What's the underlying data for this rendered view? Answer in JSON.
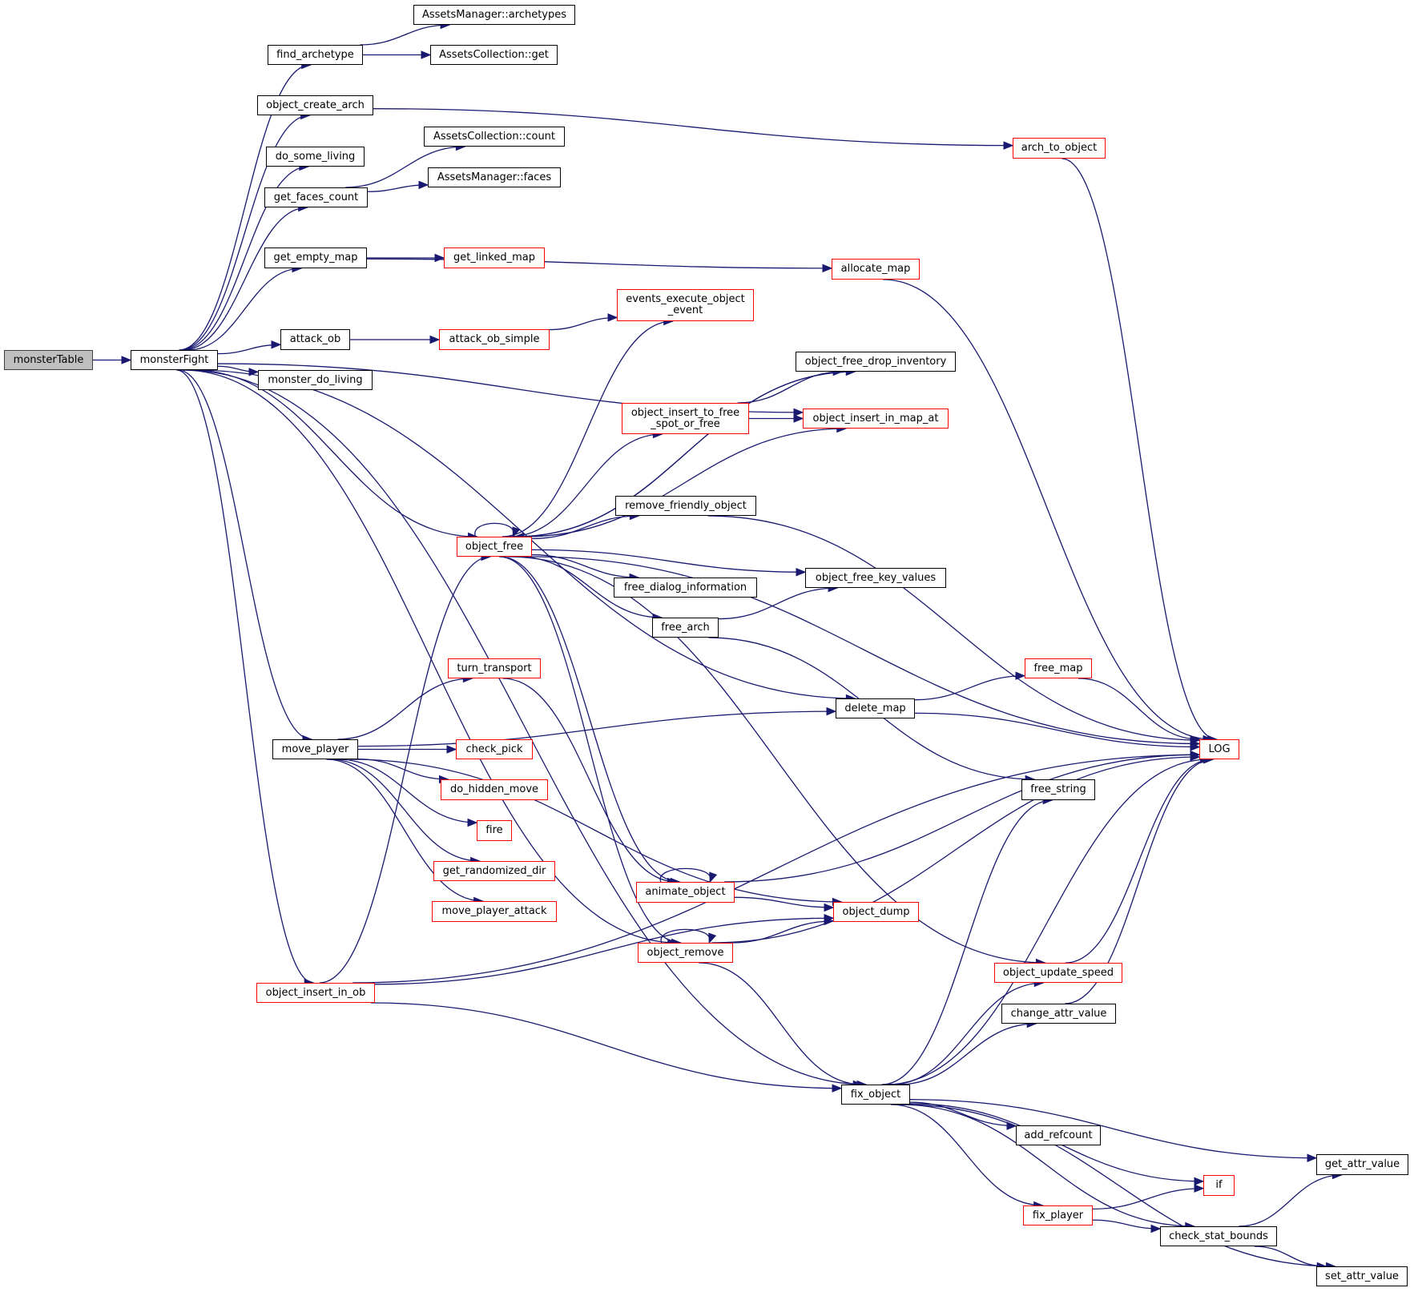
{
  "diagram": {
    "type": "call-graph",
    "colors": {
      "edge": "#191970",
      "node_border_documented": "#000000",
      "node_border_undocumented": "#ff0000",
      "root_fill": "#bfbfbf"
    },
    "nodes": [
      {
        "id": "monsterTable",
        "label": "monsterTable",
        "style": "root"
      },
      {
        "id": "monsterFight",
        "label": "monsterFight",
        "style": "black"
      },
      {
        "id": "find_archetype",
        "label": "find_archetype",
        "style": "black"
      },
      {
        "id": "AssetsManager_archetypes",
        "label": "AssetsManager::archetypes",
        "style": "black"
      },
      {
        "id": "AssetsCollection_get",
        "label": "AssetsCollection::get",
        "style": "black"
      },
      {
        "id": "object_create_arch",
        "label": "object_create_arch",
        "style": "black"
      },
      {
        "id": "arch_to_object",
        "label": "arch_to_object",
        "style": "red"
      },
      {
        "id": "AssetsCollection_count",
        "label": "AssetsCollection::count",
        "style": "black"
      },
      {
        "id": "do_some_living",
        "label": "do_some_living",
        "style": "black"
      },
      {
        "id": "AssetsManager_faces",
        "label": "AssetsManager::faces",
        "style": "black"
      },
      {
        "id": "get_faces_count",
        "label": "get_faces_count",
        "style": "black"
      },
      {
        "id": "get_empty_map",
        "label": "get_empty_map",
        "style": "black"
      },
      {
        "id": "get_linked_map",
        "label": "get_linked_map",
        "style": "red"
      },
      {
        "id": "allocate_map",
        "label": "allocate_map",
        "style": "red"
      },
      {
        "id": "events_execute_object_event",
        "label": "events_execute_object\n_event",
        "style": "red"
      },
      {
        "id": "attack_ob",
        "label": "attack_ob",
        "style": "black"
      },
      {
        "id": "attack_ob_simple",
        "label": "attack_ob_simple",
        "style": "red"
      },
      {
        "id": "monster_do_living",
        "label": "monster_do_living",
        "style": "black"
      },
      {
        "id": "object_free_drop_inventory",
        "label": "object_free_drop_inventory",
        "style": "black"
      },
      {
        "id": "object_insert_to_free_spot_or_free",
        "label": "object_insert_to_free\n_spot_or_free",
        "style": "red"
      },
      {
        "id": "object_insert_in_map_at",
        "label": "object_insert_in_map_at",
        "style": "red"
      },
      {
        "id": "remove_friendly_object",
        "label": "remove_friendly_object",
        "style": "black"
      },
      {
        "id": "object_free",
        "label": "object_free",
        "style": "red"
      },
      {
        "id": "free_dialog_information",
        "label": "free_dialog_information",
        "style": "black"
      },
      {
        "id": "object_free_key_values",
        "label": "object_free_key_values",
        "style": "black"
      },
      {
        "id": "free_arch",
        "label": "free_arch",
        "style": "black"
      },
      {
        "id": "turn_transport",
        "label": "turn_transport",
        "style": "red"
      },
      {
        "id": "free_map",
        "label": "free_map",
        "style": "red"
      },
      {
        "id": "delete_map",
        "label": "delete_map",
        "style": "black"
      },
      {
        "id": "move_player",
        "label": "move_player",
        "style": "black"
      },
      {
        "id": "check_pick",
        "label": "check_pick",
        "style": "red"
      },
      {
        "id": "LOG",
        "label": "LOG",
        "style": "red"
      },
      {
        "id": "do_hidden_move",
        "label": "do_hidden_move",
        "style": "red"
      },
      {
        "id": "free_string",
        "label": "free_string",
        "style": "black"
      },
      {
        "id": "fire",
        "label": "fire",
        "style": "red"
      },
      {
        "id": "get_randomized_dir",
        "label": "get_randomized_dir",
        "style": "red"
      },
      {
        "id": "animate_object",
        "label": "animate_object",
        "style": "red"
      },
      {
        "id": "move_player_attack",
        "label": "move_player_attack",
        "style": "red"
      },
      {
        "id": "object_dump",
        "label": "object_dump",
        "style": "red"
      },
      {
        "id": "object_remove",
        "label": "object_remove",
        "style": "red"
      },
      {
        "id": "object_update_speed",
        "label": "object_update_speed",
        "style": "red"
      },
      {
        "id": "object_insert_in_ob",
        "label": "object_insert_in_ob",
        "style": "red"
      },
      {
        "id": "change_attr_value",
        "label": "change_attr_value",
        "style": "black"
      },
      {
        "id": "fix_object",
        "label": "fix_object",
        "style": "black"
      },
      {
        "id": "add_refcount",
        "label": "add_refcount",
        "style": "black"
      },
      {
        "id": "get_attr_value",
        "label": "get_attr_value",
        "style": "black"
      },
      {
        "id": "if",
        "label": "if",
        "style": "red"
      },
      {
        "id": "fix_player",
        "label": "fix_player",
        "style": "red"
      },
      {
        "id": "check_stat_bounds",
        "label": "check_stat_bounds",
        "style": "black"
      },
      {
        "id": "set_attr_value",
        "label": "set_attr_value",
        "style": "black"
      }
    ],
    "edges": [
      [
        "monsterTable",
        "monsterFight"
      ],
      [
        "monsterFight",
        "find_archetype"
      ],
      [
        "monsterFight",
        "object_create_arch"
      ],
      [
        "monsterFight",
        "do_some_living"
      ],
      [
        "monsterFight",
        "get_faces_count"
      ],
      [
        "monsterFight",
        "get_empty_map"
      ],
      [
        "monsterFight",
        "object_insert_in_map_at"
      ],
      [
        "monsterFight",
        "attack_ob"
      ],
      [
        "monsterFight",
        "monster_do_living"
      ],
      [
        "monsterFight",
        "object_free"
      ],
      [
        "monsterFight",
        "delete_map"
      ],
      [
        "monsterFight",
        "move_player"
      ],
      [
        "monsterFight",
        "object_remove"
      ],
      [
        "monsterFight",
        "object_insert_in_ob"
      ],
      [
        "monsterFight",
        "fix_object"
      ],
      [
        "find_archetype",
        "AssetsManager_archetypes"
      ],
      [
        "find_archetype",
        "AssetsCollection_get"
      ],
      [
        "object_create_arch",
        "arch_to_object"
      ],
      [
        "get_faces_count",
        "AssetsCollection_count"
      ],
      [
        "get_faces_count",
        "AssetsManager_faces"
      ],
      [
        "get_empty_map",
        "get_linked_map"
      ],
      [
        "get_empty_map",
        "allocate_map"
      ],
      [
        "attack_ob",
        "attack_ob_simple"
      ],
      [
        "attack_ob_simple",
        "events_execute_object_event"
      ],
      [
        "arch_to_object",
        "LOG"
      ],
      [
        "allocate_map",
        "LOG"
      ],
      [
        "object_free",
        "object_free"
      ],
      [
        "object_free",
        "events_execute_object_event"
      ],
      [
        "object_free",
        "object_free_drop_inventory"
      ],
      [
        "object_free",
        "object_insert_to_free_spot_or_free"
      ],
      [
        "object_free",
        "object_insert_in_map_at"
      ],
      [
        "object_free",
        "remove_friendly_object"
      ],
      [
        "object_free",
        "free_dialog_information"
      ],
      [
        "object_free",
        "object_free_key_values"
      ],
      [
        "object_free",
        "free_arch"
      ],
      [
        "object_free",
        "LOG"
      ],
      [
        "object_free",
        "animate_object"
      ],
      [
        "object_free",
        "object_remove"
      ],
      [
        "object_free",
        "object_update_speed"
      ],
      [
        "object_free_drop_inventory",
        "object_free"
      ],
      [
        "object_insert_to_free_spot_or_free",
        "object_free_drop_inventory"
      ],
      [
        "object_insert_to_free_spot_or_free",
        "object_insert_in_map_at"
      ],
      [
        "remove_friendly_object",
        "LOG"
      ],
      [
        "free_arch",
        "object_free_key_values"
      ],
      [
        "free_arch",
        "free_string"
      ],
      [
        "delete_map",
        "free_map"
      ],
      [
        "delete_map",
        "LOG"
      ],
      [
        "free_map",
        "LOG"
      ],
      [
        "move_player",
        "turn_transport"
      ],
      [
        "move_player",
        "check_pick"
      ],
      [
        "move_player",
        "do_hidden_move"
      ],
      [
        "move_player",
        "fire"
      ],
      [
        "move_player",
        "get_randomized_dir"
      ],
      [
        "move_player",
        "move_player_attack"
      ],
      [
        "move_player",
        "delete_map"
      ],
      [
        "move_player",
        "object_dump"
      ],
      [
        "turn_transport",
        "animate_object"
      ],
      [
        "animate_object",
        "animate_object"
      ],
      [
        "animate_object",
        "LOG"
      ],
      [
        "animate_object",
        "object_dump"
      ],
      [
        "object_remove",
        "object_remove"
      ],
      [
        "object_remove",
        "object_dump"
      ],
      [
        "object_remove",
        "LOG"
      ],
      [
        "object_remove",
        "fix_object"
      ],
      [
        "object_insert_in_ob",
        "object_free"
      ],
      [
        "object_insert_in_ob",
        "object_dump"
      ],
      [
        "object_insert_in_ob",
        "LOG"
      ],
      [
        "object_insert_in_ob",
        "fix_object"
      ],
      [
        "object_update_speed",
        "LOG"
      ],
      [
        "change_attr_value",
        "LOG"
      ],
      [
        "fix_object",
        "free_string"
      ],
      [
        "fix_object",
        "object_update_speed"
      ],
      [
        "fix_object",
        "change_attr_value"
      ],
      [
        "fix_object",
        "LOG"
      ],
      [
        "fix_object",
        "add_refcount"
      ],
      [
        "fix_object",
        "get_attr_value"
      ],
      [
        "fix_object",
        "if"
      ],
      [
        "fix_object",
        "fix_player"
      ],
      [
        "fix_object",
        "check_stat_bounds"
      ],
      [
        "fix_object",
        "set_attr_value"
      ],
      [
        "fix_player",
        "if"
      ],
      [
        "fix_player",
        "check_stat_bounds"
      ],
      [
        "check_stat_bounds",
        "get_attr_value"
      ],
      [
        "check_stat_bounds",
        "set_attr_value"
      ]
    ]
  }
}
